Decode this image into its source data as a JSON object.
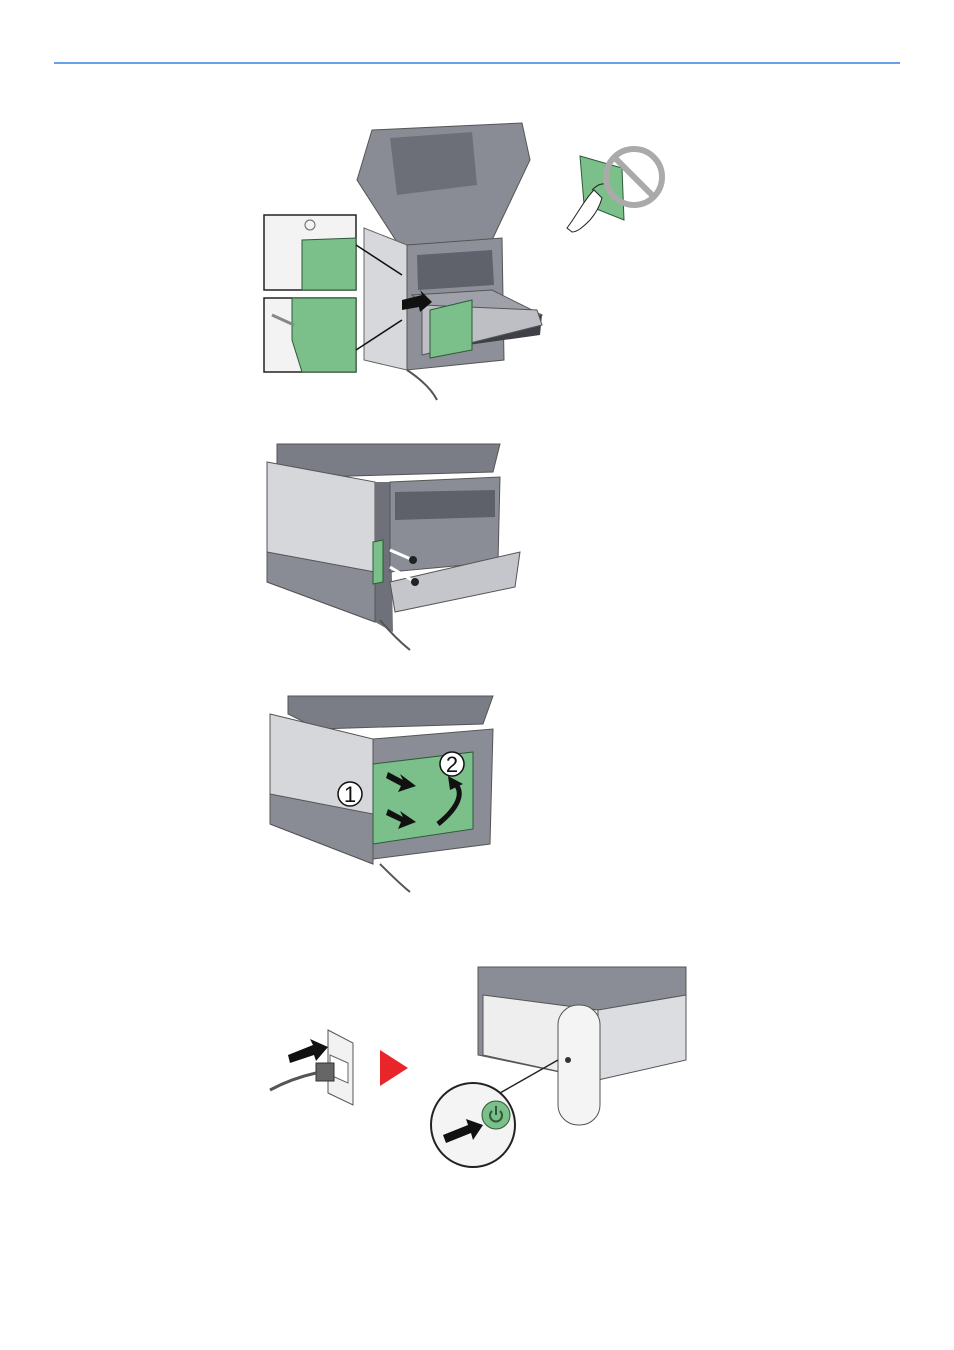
{
  "page": {
    "header_rule_color": "#6aa0e8"
  },
  "figures": [
    {
      "id": "fig-install-card",
      "subject": "printer-rear-with-board-insert",
      "prohibition_icon": "no-touch-icon"
    },
    {
      "id": "fig-screws",
      "subject": "printer-rear-screw-fastening"
    },
    {
      "id": "fig-close-cover",
      "subject": "printer-rear-cover-close",
      "callouts": [
        {
          "label": "1"
        },
        {
          "label": "2"
        }
      ]
    },
    {
      "id": "fig-power-on",
      "subject": "power-plug-and-power-button"
    }
  ],
  "colors": {
    "board_green": "#7bbf8a",
    "printer_gray": "#7b7d86",
    "printer_dark": "#55575f",
    "arrow_black": "#111111",
    "play_red": "#e8262a",
    "prohibit_gray": "#aaaaaa"
  }
}
